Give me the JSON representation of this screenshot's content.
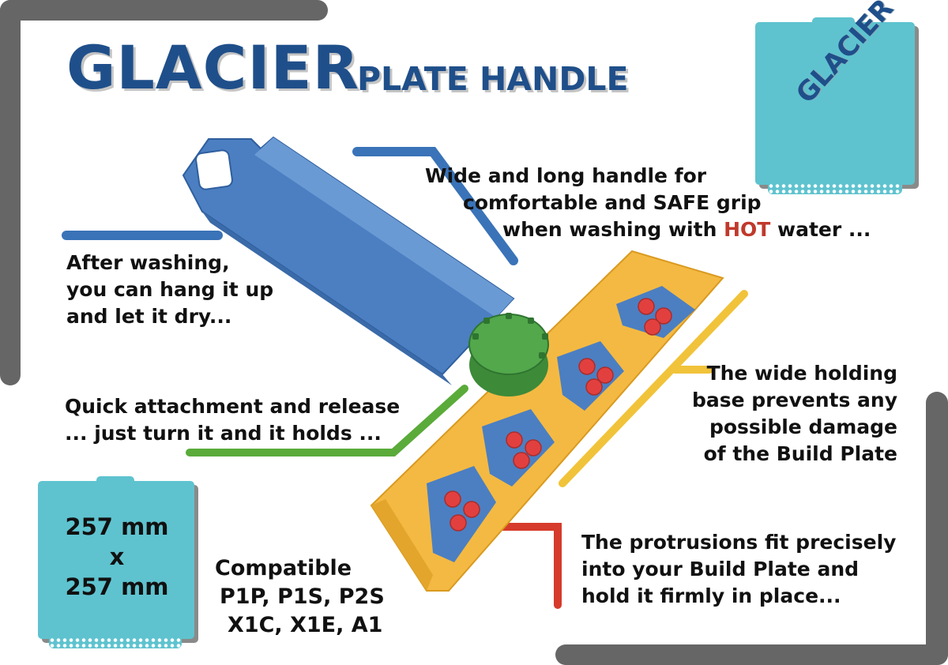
{
  "title": {
    "main": "GLACIER",
    "sub": "PLATE HANDLE"
  },
  "plate_top": {
    "label": "GLACIER"
  },
  "notes": {
    "handle": [
      "Wide and long handle for",
      "comfortable and SAFE grip",
      "when washing with ",
      "HOT",
      " water ..."
    ],
    "hang": [
      "After washing,",
      "you can hang it up",
      "and let it dry..."
    ],
    "attach": [
      "Quick attachment and release",
      "... just turn it and it holds ..."
    ],
    "base": [
      "The wide holding",
      "base prevents any",
      "possible damage",
      "of the Build Plate"
    ],
    "protrusions": [
      "The protrusions fit precisely",
      "into your Build Plate and",
      "hold it firmly in place..."
    ]
  },
  "plate_size": {
    "width": "257 mm",
    "separator": "x",
    "height": "257 mm"
  },
  "compatible": {
    "label": "Compatible",
    "models_1": "P1P, P1S, P2S",
    "models_2": "X1C, X1E, A1"
  },
  "colors": {
    "title": "#1f4f8a",
    "handle": "#4b7fc2",
    "knob": "#4a9b44",
    "base": "#f4b942",
    "plate": "#5ec3cf",
    "hot": "#c0392b",
    "line_blue": "#3a73b8",
    "line_green": "#5aab3a",
    "line_yellow": "#f1c33a",
    "line_red": "#d63b2b"
  },
  "icons": [
    "handle-render-icon",
    "knob-icon",
    "base-render-icon",
    "build-plate-icon"
  ]
}
